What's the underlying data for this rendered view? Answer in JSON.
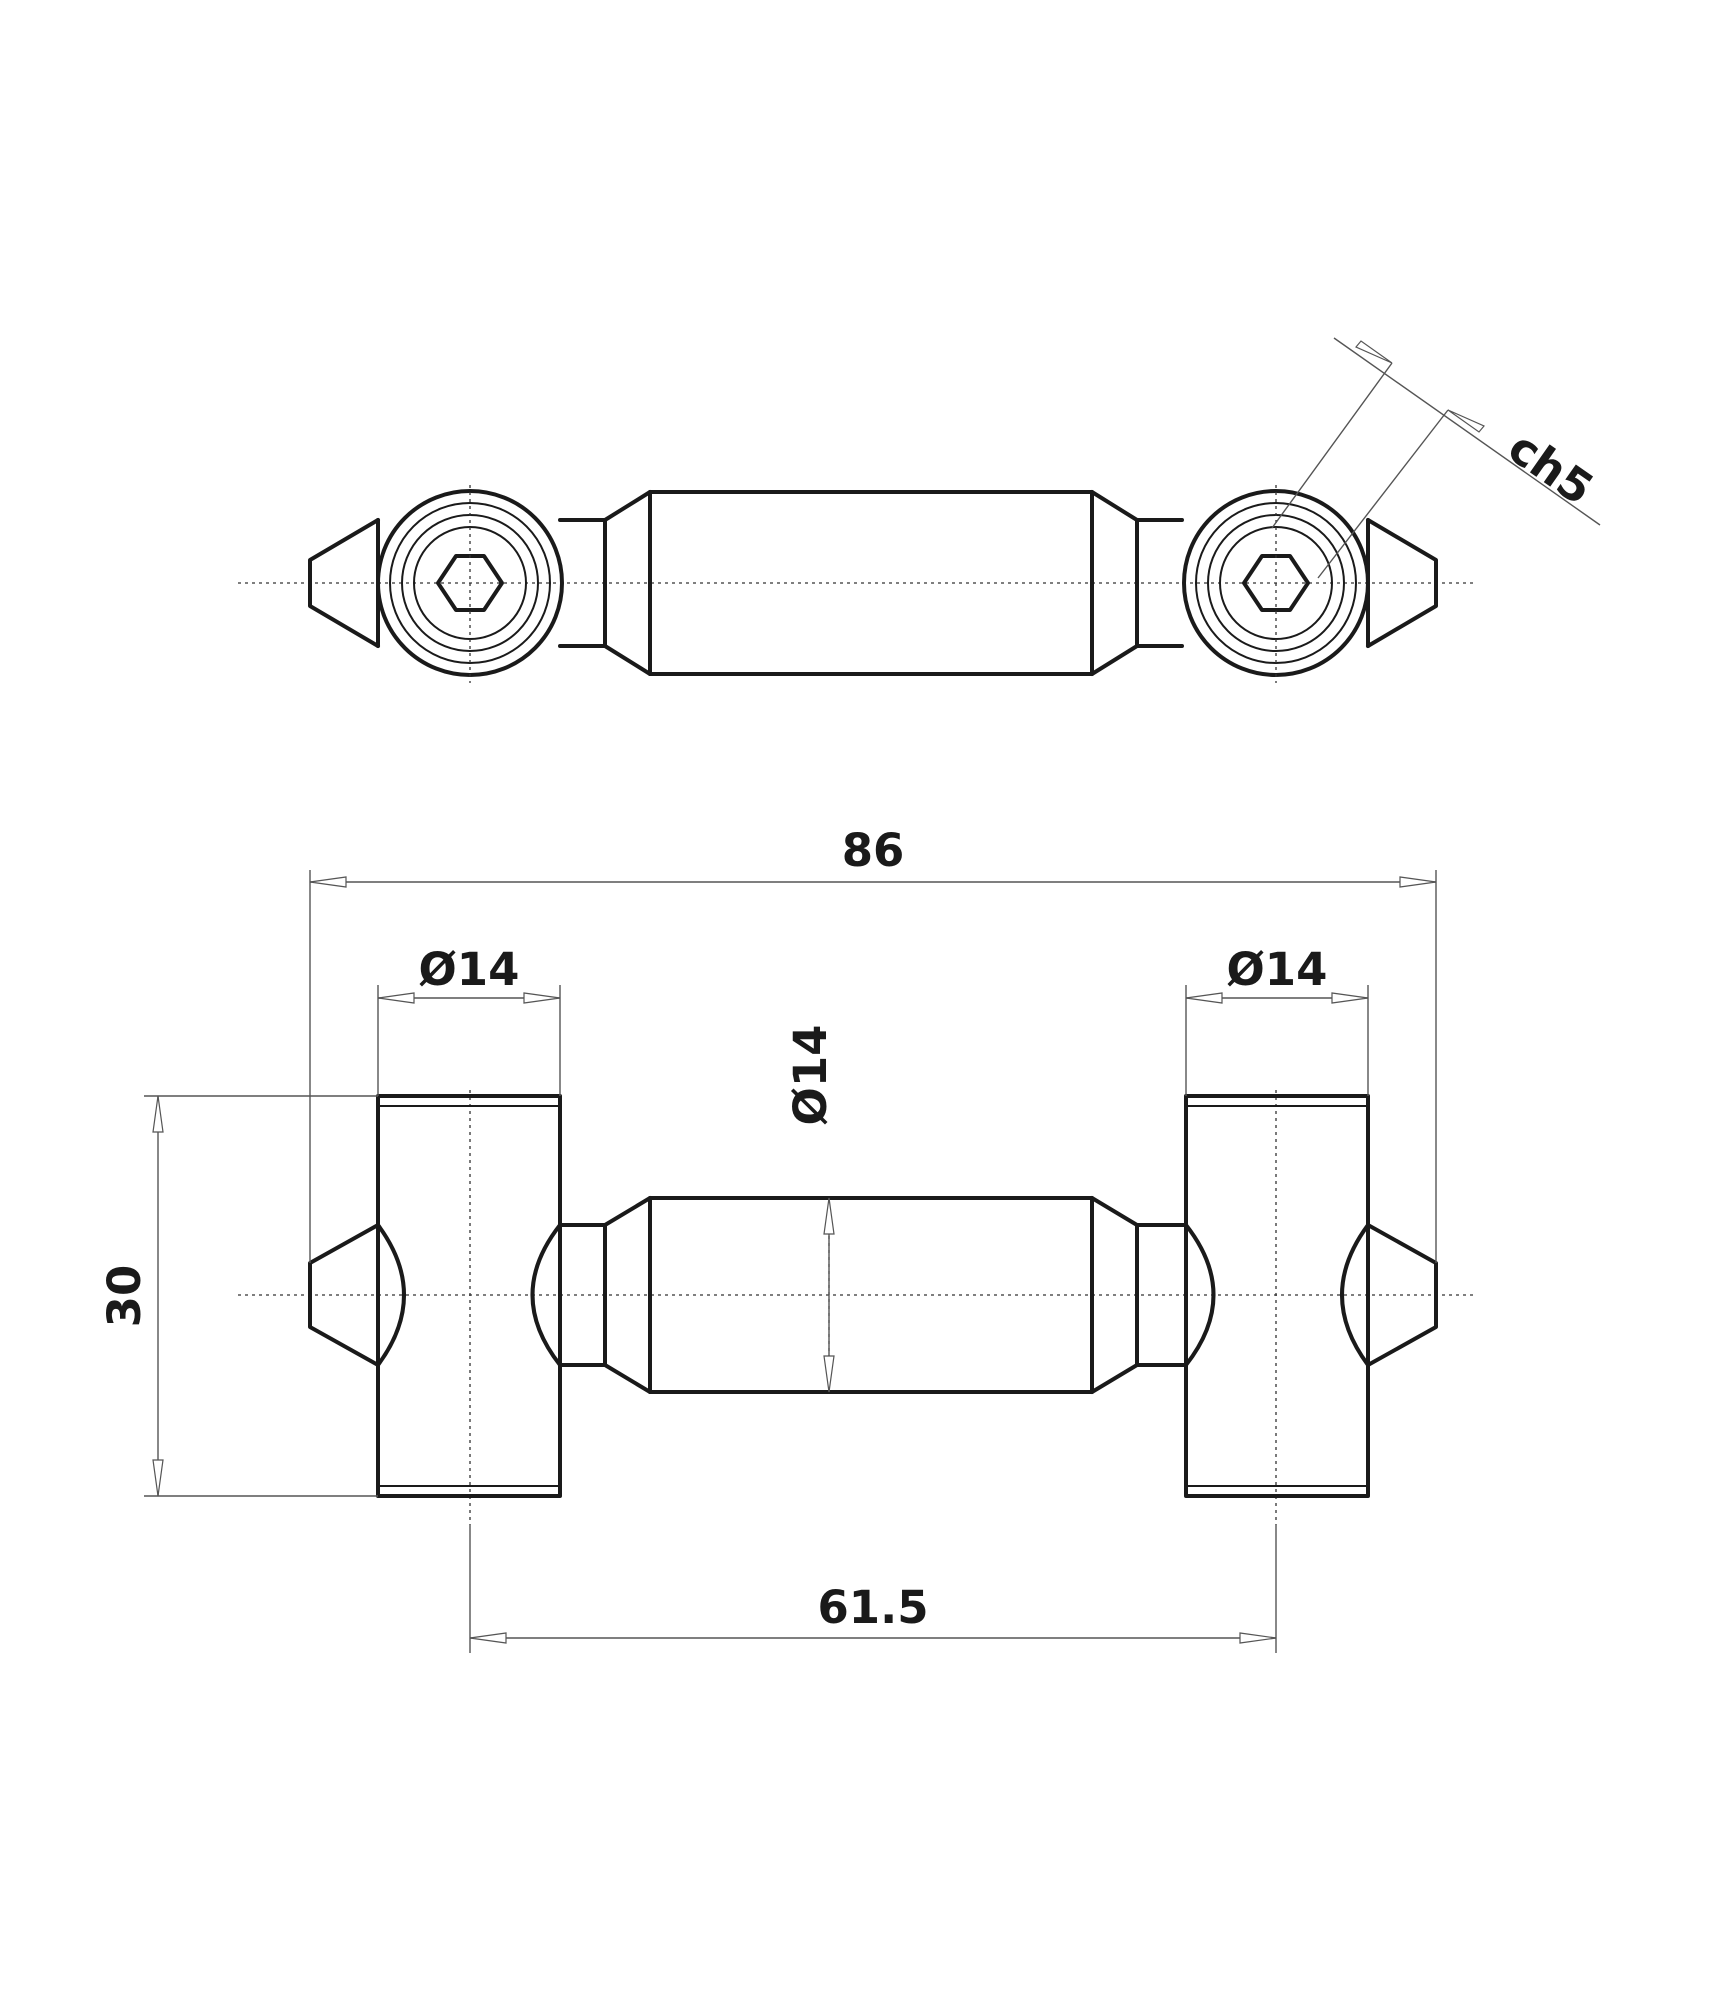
{
  "dimensions": {
    "overall_length": "86",
    "left_cylinder_diameter": "Ø14",
    "right_cylinder_diameter": "Ø14",
    "center_shaft_diameter": "Ø14",
    "height": "30",
    "center_distance": "61.5",
    "hex_key_size": "ch5"
  },
  "colors": {
    "line": "#1a1a1a",
    "dimension_line": "#555555",
    "background": "#ffffff"
  }
}
